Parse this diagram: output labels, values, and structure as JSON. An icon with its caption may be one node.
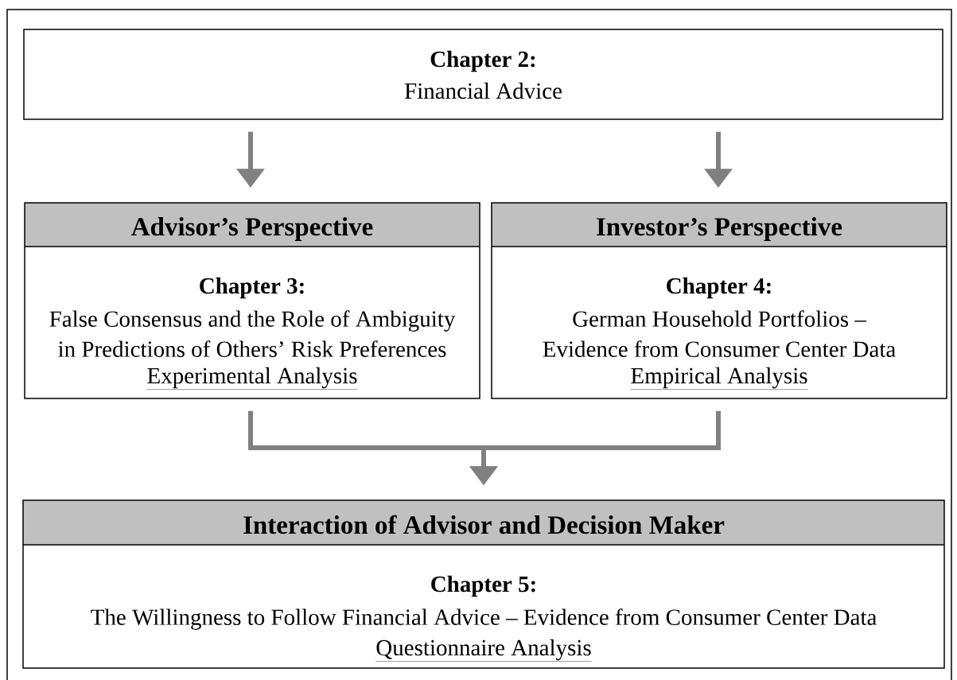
{
  "diagram": {
    "nodes": [
      {
        "text": [
          "Chapter 2:",
          "Financial Advice"
        ]
      },
      {
        "text": [
          "Advisor’s Perspective",
          "Chapter 3:",
          "False Consensus and the Role of Ambiguity in Predictions of Others’ Risk Preferences",
          "Experimental Analysis"
        ]
      },
      {
        "text": [
          "Investor’s Perspective",
          "Chapter 4:",
          "German Household Portfolios – Evidence from Consumer Center Data",
          "Empirical Analysis"
        ]
      },
      {
        "text": [
          "Interaction of Advisor and Decision Maker",
          "Chapter 5:",
          "The Willingness to Follow Financial Advice – Evidence from Consumer Center Data",
          "Questionnaire Analysis"
        ]
      }
    ],
    "edges": [
      {
        "from": 0,
        "to": 1,
        "arrow": "to"
      },
      {
        "from": 0,
        "to": 2,
        "arrow": "to"
      },
      {
        "from": 1,
        "to": 3,
        "arrow": "to"
      },
      {
        "from": 2,
        "to": 3,
        "arrow": "to"
      }
    ]
  }
}
